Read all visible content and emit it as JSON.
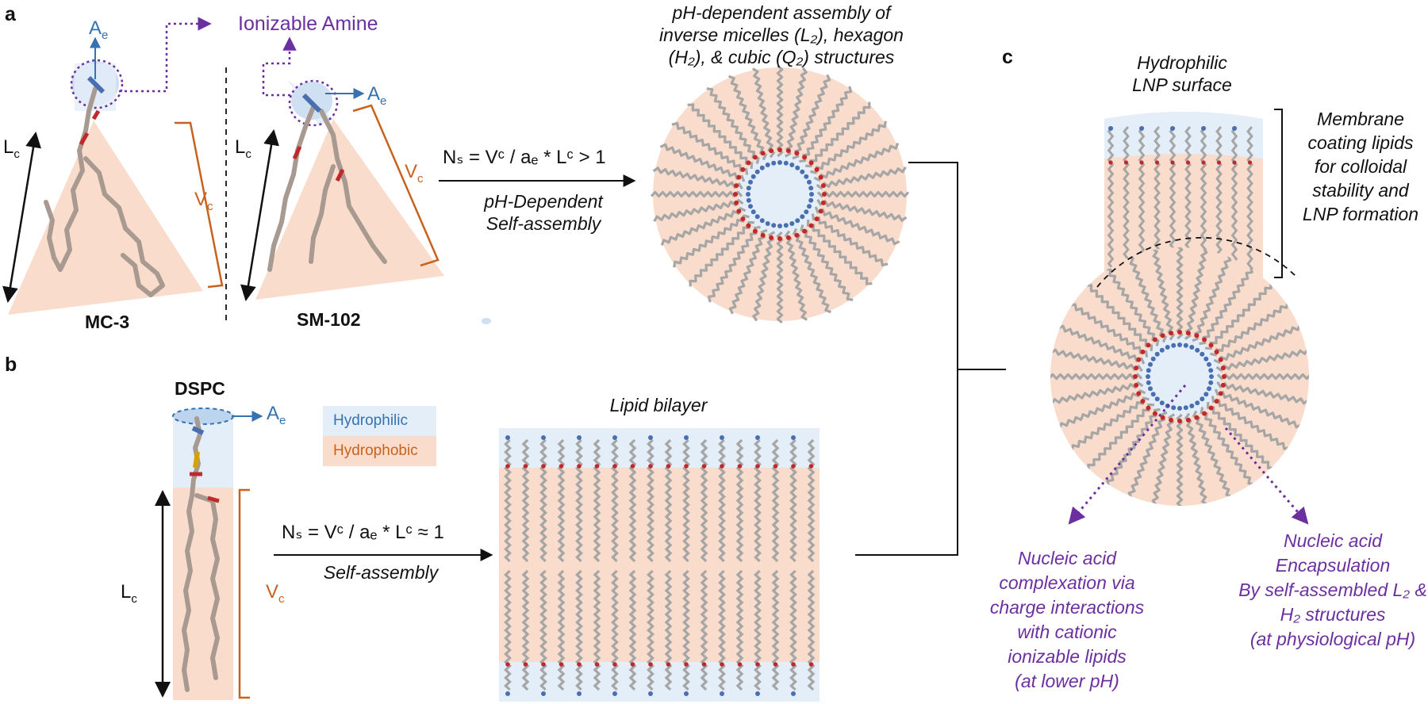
{
  "panels": {
    "a": "a",
    "b": "b",
    "c": "c"
  },
  "molecules": {
    "mc3": "MC-3",
    "sm102": "SM-102",
    "dspc": "DSPC"
  },
  "symbols": {
    "ae_main": "A",
    "ae_sub": "e",
    "lc_main": "L",
    "lc_sub": "c",
    "vc_main": "V",
    "vc_sub": "c"
  },
  "ionizable_amine": "Ionizable Amine",
  "equations": {
    "top": "Nₛ = Vᶜ / aₑ * Lᶜ > 1",
    "bottom": "Nₛ = Vᶜ / aₑ * Lᶜ ≈ 1"
  },
  "arrow_labels": {
    "top_line1": "pH-Dependent",
    "top_line2": "Self-assembly",
    "bottom": "Self-assembly"
  },
  "assembly_title": {
    "line1": "pH-dependent assembly of",
    "line2": "inverse micelles (L₂), hexagon",
    "line3": "(H₂), & cubic (Q₂) structures"
  },
  "legend": {
    "hydrophilic": "Hydrophilic",
    "hydrophobic": "Hydrophobic"
  },
  "bilayer_title": "Lipid bilayer",
  "lnp_surface": {
    "line1": "Hydrophilic",
    "line2": "LNP surface"
  },
  "membrane_note": [
    "Membrane",
    "coating lipids",
    "for colloidal",
    "stability and",
    "LNP formation"
  ],
  "complexation_note": [
    "Nucleic acid",
    "complexation via",
    "charge interactions",
    "with cationic",
    "ionizable lipids",
    "(at lower pH)"
  ],
  "encapsulation_note": [
    "Nucleic acid",
    "Encapsulation",
    "By self-assembled L₂ &",
    "H₂ structures",
    "(at physiological pH)"
  ],
  "colors": {
    "hydrophilic": "#e3eef8",
    "hydrophobic": "#f9dccb",
    "purple": "#6b2fa0",
    "blue": "#3572b0",
    "orange": "#c8621e",
    "chain": "#a6a6a6",
    "oxygen": "#c0282c",
    "nitrogen": "#4a6fb0"
  }
}
